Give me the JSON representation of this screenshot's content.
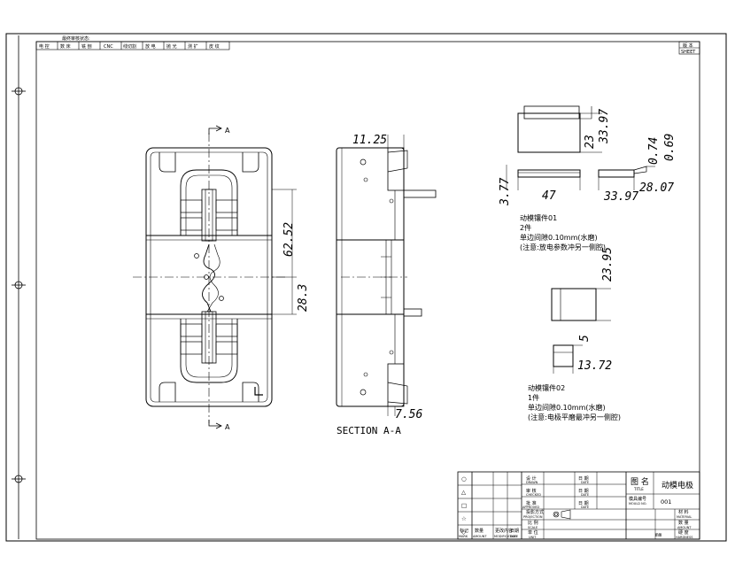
{
  "header_row": {
    "caption": "最终审核状态:",
    "cells": [
      "电 控",
      "数 床",
      "铣 刨",
      "CNC",
      "线切割",
      "放 电",
      "抛 光",
      "测 扩",
      "皮 纹"
    ],
    "right_label": "版 本",
    "right_value": "SHEET"
  },
  "views": {
    "front": {
      "section_mark": "A",
      "dim_upper": "62.52",
      "dim_lower": "28.3"
    },
    "section": {
      "caption": "SECTION A-A",
      "dim_top": "11.25",
      "dim_bottom": "7.56"
    }
  },
  "details": {
    "top": {
      "dim_height_a": "23",
      "dim_height_b": "33.97"
    },
    "mid": {
      "dim_left": "3.77",
      "dim_width": "47",
      "dim_right_a": "33.97",
      "dim_right_b": "28.07",
      "dim_step_a": "0.74",
      "dim_step_b": "0.69"
    },
    "note1": [
      "动模镶件01",
      "2件",
      "单边间隙0.10mm(水磨)",
      "(注意:放电参数冲另一侧腔)"
    ],
    "block": {
      "dim_height": "23.95"
    },
    "small": {
      "dim_height": "5",
      "dim_width": "13.72"
    },
    "note2": [
      "动模镶件02",
      "1件",
      "单边间隙0.10mm(水磨)",
      "(注意:电极平磨最冲另一侧腔)"
    ]
  },
  "title_block": {
    "title_label": "图 名",
    "title_label_en": "TITLE",
    "title_value": "动模电极",
    "drawing_no": "001",
    "rev_rows": [
      "○",
      "△",
      "□",
      "☆",
      "◇"
    ],
    "bottom_headers": [
      "MARK",
      "AMOUNT",
      "MODIFICATION",
      "DATE"
    ],
    "bottom_headers_cn": [
      "标记",
      "数量",
      "更改内容",
      "日期"
    ],
    "rows": [
      {
        "label": "设 计",
        "label_en": "DRAWN",
        "date_label": "日 期",
        "date_en": "DATE"
      },
      {
        "label": "审 核",
        "label_en": "CHECKED",
        "date_label": "日 期",
        "date_en": "DATE"
      },
      {
        "label": "批 准",
        "label_en": "APPROVED",
        "date_label": "日 期",
        "date_en": "DATE"
      }
    ],
    "mold_no_label": "模具编号",
    "mold_no_en": "MOULD NO.",
    "projection_label": "投影方式",
    "projection_en": "PROJECTION",
    "scale_label": "比 例",
    "scale_en": "SCALE",
    "unit_label": "单 位",
    "unit_en": "UNIT",
    "unit_value": "mm",
    "material_label": "材 料",
    "material_en": "MATERIAL",
    "amount_label": "数 量",
    "amount_en": "AMOUNT",
    "hardness_label": "硬 度",
    "hardness_en": "HARDNESS"
  }
}
